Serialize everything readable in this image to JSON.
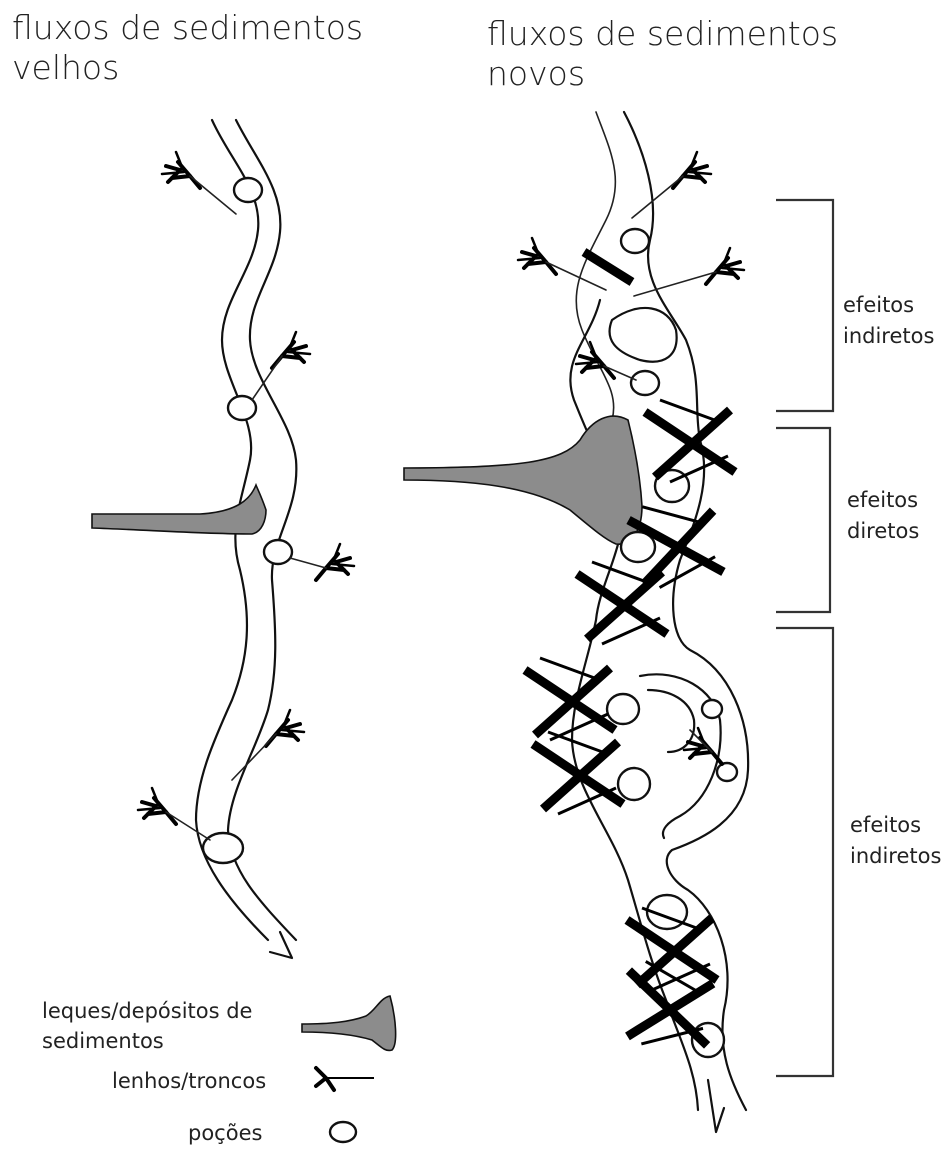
{
  "titles": {
    "left": [
      "fluxos de sedimentos",
      "velhos"
    ],
    "right": [
      "fluxos de sedimentos",
      "novos"
    ]
  },
  "brackets": [
    {
      "label": [
        "efeitos",
        "indiretos"
      ]
    },
    {
      "label": [
        "efeitos",
        "diretos"
      ]
    },
    {
      "label": [
        "efeitos",
        "indiretos"
      ]
    }
  ],
  "legend": {
    "fan": [
      "leques/depósitos de",
      "sedimentos"
    ],
    "wood": "lenhos/troncos",
    "pool": "poções"
  },
  "colors": {
    "fan_fill": "#8c8c8c",
    "line": "#111111"
  }
}
